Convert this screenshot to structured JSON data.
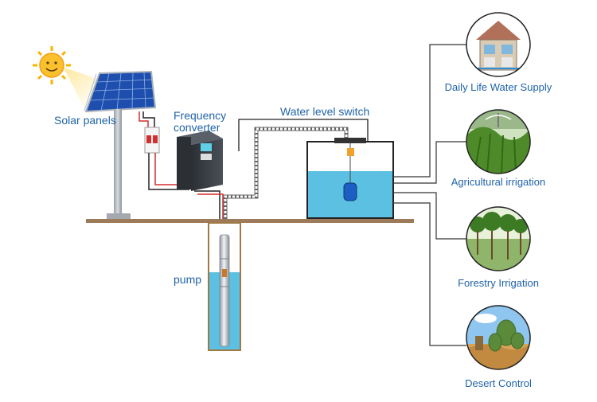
{
  "labels": {
    "solar_panels": "Solar panels",
    "frequency_converter": "Frequency converter",
    "water_level_switch": "Water level switch",
    "pump": "pump"
  },
  "applications": [
    {
      "label": "Daily Life Water Supply",
      "icon": "house-icon"
    },
    {
      "label": "Agricultural irrigation",
      "icon": "sprinkler-crop-icon"
    },
    {
      "label": "Forestry Irrigation",
      "icon": "tree-rows-icon"
    },
    {
      "label": "Desert Control",
      "icon": "cactus-desert-icon"
    }
  ],
  "colors": {
    "label_text": "#1f63a8",
    "ground": "#9c7a5a",
    "water": "#5bc0e2",
    "wire_red": "#d32f2f",
    "wire_black": "#222222",
    "sun": "#f7b500",
    "panel": "#1f4fae"
  }
}
